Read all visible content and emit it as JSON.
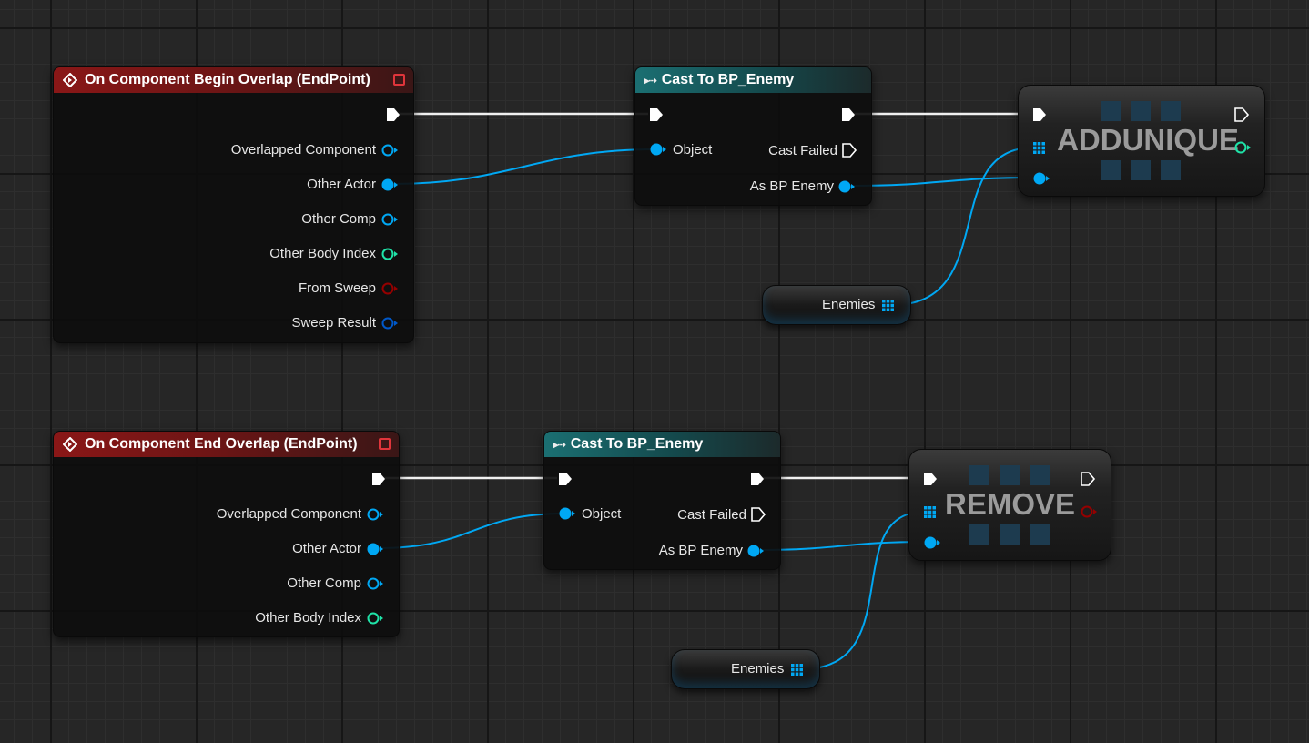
{
  "graph": {
    "begin_overlap_event": {
      "title": "On Component Begin Overlap (EndPoint)",
      "pins": [
        "Overlapped Component",
        "Other Actor",
        "Other Comp",
        "Other Body Index",
        "From Sweep",
        "Sweep Result"
      ]
    },
    "end_overlap_event": {
      "title": "On Component End Overlap (EndPoint)",
      "pins": [
        "Overlapped Component",
        "Other Actor",
        "Other Comp",
        "Other Body Index"
      ]
    },
    "cast_top": {
      "title": "Cast To BP_Enemy",
      "object_label": "Object",
      "cast_failed_label": "Cast Failed",
      "as_label": "As BP Enemy"
    },
    "cast_bottom": {
      "title": "Cast To BP_Enemy",
      "object_label": "Object",
      "cast_failed_label": "Cast Failed",
      "as_label": "As BP Enemy"
    },
    "add_unique": {
      "label": "ADDUNIQUE"
    },
    "remove": {
      "label": "REMOVE"
    },
    "var_top": {
      "label": "Enemies"
    },
    "var_bottom": {
      "label": "Enemies"
    }
  },
  "colors": {
    "object_pin": "#00a8f4",
    "integer_pin": "#1fe3a8",
    "bool_pin": "#950000",
    "struct_pin": "#0058c9",
    "exec_pin": "#ffffff"
  },
  "icons": {
    "event": "event-diamond-icon",
    "cast": "cast-arrows-icon",
    "array": "array-grid-icon"
  }
}
